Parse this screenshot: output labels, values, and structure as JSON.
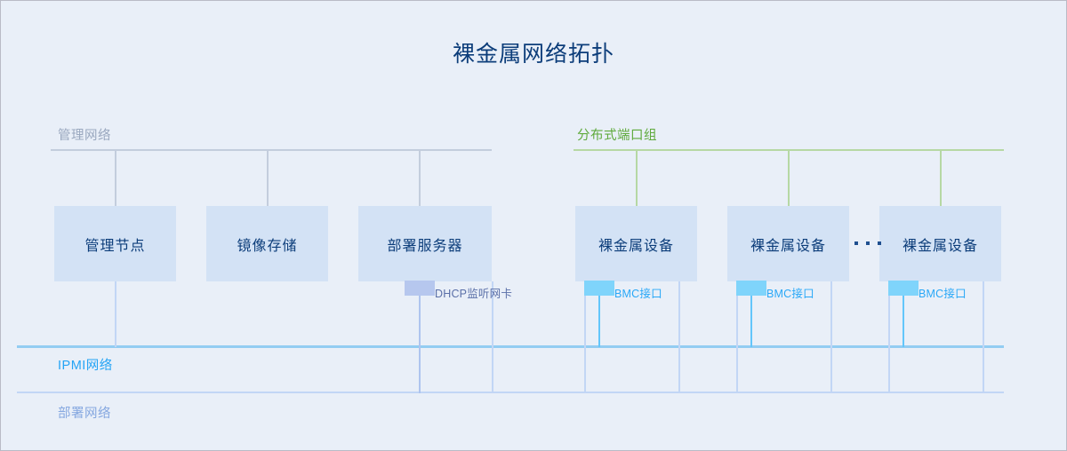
{
  "diagram": {
    "title": "裸金属网络拓扑",
    "background_color": "#e9eff8",
    "title_color": "#0c3d7a"
  },
  "zones": {
    "management": {
      "label": "管理网络",
      "color": "#9aa8bf",
      "bus_color": "#c3cddd"
    },
    "distributed_port_group": {
      "label": "分布式端口组",
      "color": "#5faa3c",
      "bus_color": "#b6d8a4"
    }
  },
  "networks": {
    "ipmi": {
      "label": "IPMI网络",
      "color": "#25a4f5",
      "line_color": "#93cdf2"
    },
    "deploy": {
      "label": "部署网络",
      "color": "#86a8e0",
      "line_color": "#c2d6f5"
    }
  },
  "nodes": {
    "management_node": {
      "label": "管理节点"
    },
    "image_storage": {
      "label": "镜像存储"
    },
    "deploy_server": {
      "label": "部署服务器"
    },
    "bare_metal_1": {
      "label": "裸金属设备"
    },
    "bare_metal_2": {
      "label": "裸金属设备"
    },
    "bare_metal_3": {
      "label": "裸金属设备"
    }
  },
  "ports": {
    "dhcp_nic": {
      "label": "DHCP监听网卡",
      "color": "#b6c7ee",
      "text_color": "#5a6fa8"
    },
    "bmc_1": {
      "label": "BMC接口",
      "color": "#7fd4fb",
      "text_color": "#29a8f7"
    },
    "bmc_2": {
      "label": "BMC接口",
      "color": "#7fd4fb",
      "text_color": "#29a8f7"
    },
    "bmc_3": {
      "label": "BMC接口",
      "color": "#7fd4fb",
      "text_color": "#29a8f7"
    }
  },
  "ellipsis": {
    "dots": 3,
    "color": "#1f4f8f"
  }
}
